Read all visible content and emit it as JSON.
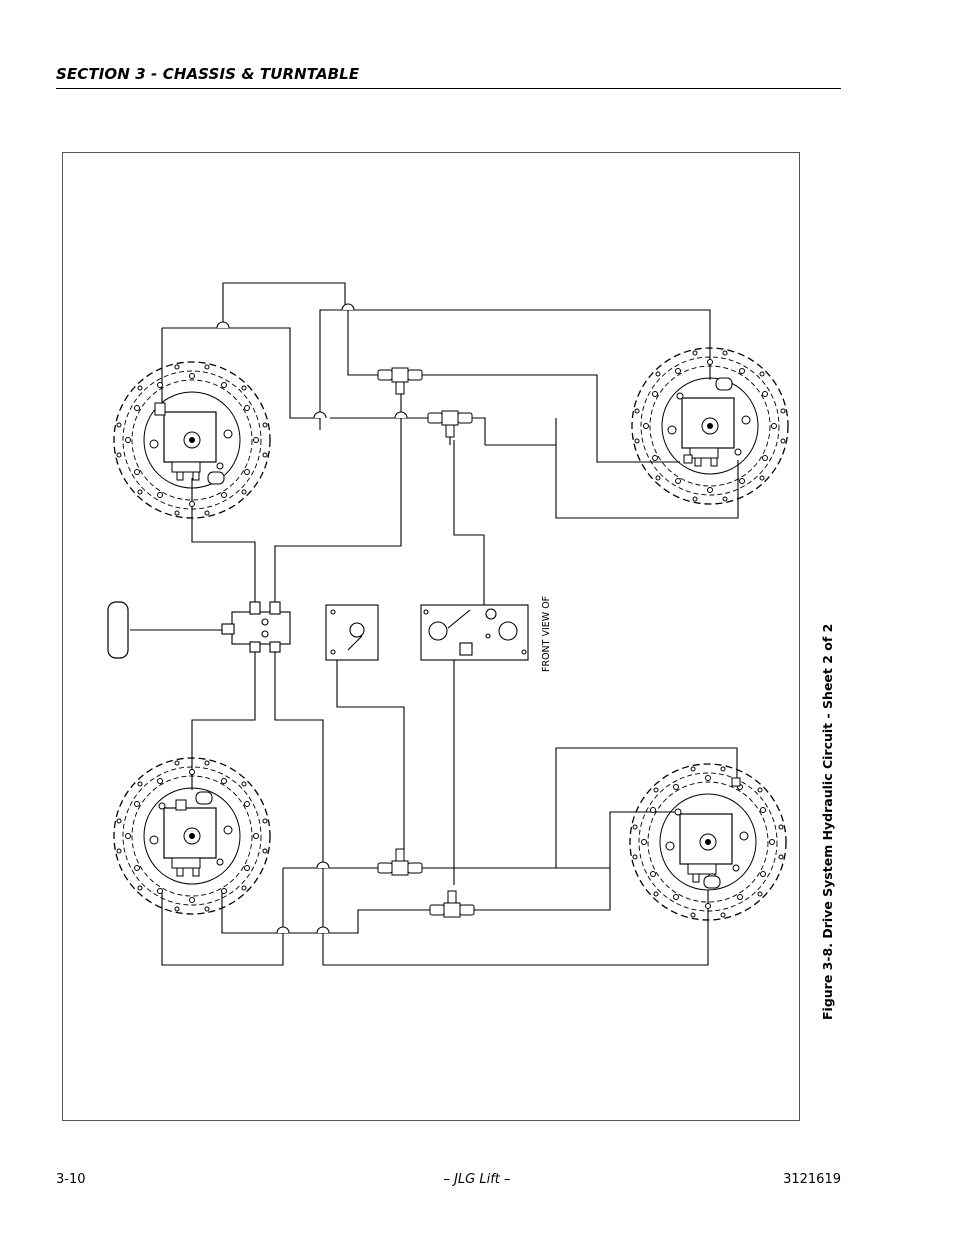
{
  "header": {
    "section": "SECTION 3 - CHASSIS & TURNTABLE"
  },
  "figure": {
    "caption": "Figure 3-8.  Drive System Hydraulic Circuit - Sheet 2 of 2",
    "front_view_label": "FRONT VIEW OF"
  },
  "footer": {
    "page": "3-10",
    "center": "– JLG Lift –",
    "doc_number": "3121619"
  }
}
